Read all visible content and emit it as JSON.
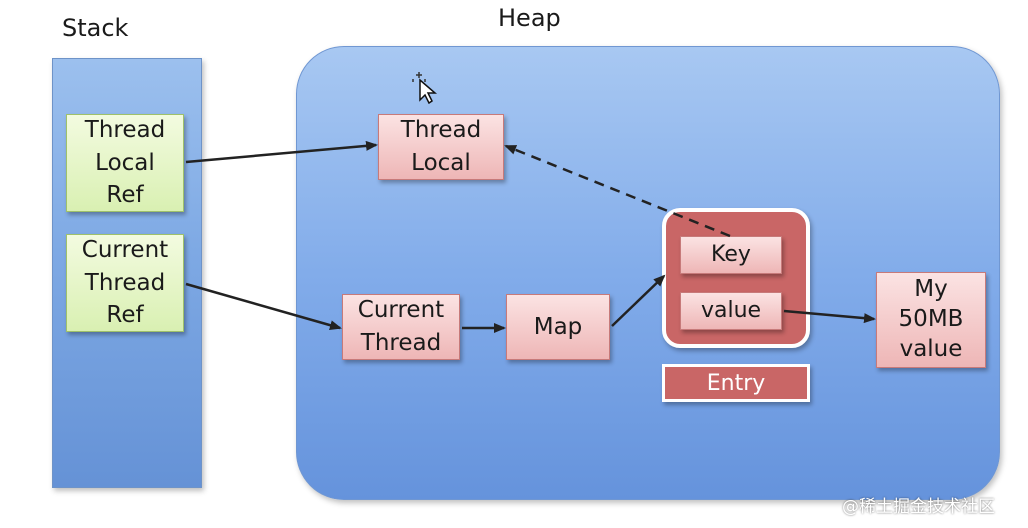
{
  "titles": {
    "stack": "Stack",
    "heap": "Heap"
  },
  "stack": {
    "threadlocal_ref": "Thread\nLocal\nRef",
    "currentthread_ref": "Current\nThread\nRef"
  },
  "heap": {
    "threadlocal": "Thread\nLocal",
    "currentthread": "Current\nThread",
    "map": "Map",
    "entry": {
      "key": "Key",
      "value": "value",
      "label": "Entry"
    },
    "value_object": "My\n50MB\nvalue"
  },
  "watermark": "@稀土掘金技术社区",
  "colors": {
    "stack_fill": "#7ea9e4",
    "heap_fill": "#82acea",
    "green_box": "#d9f0b2",
    "pink_box": "#eeb6b6",
    "entry_fill": "#c96666",
    "arrow": "#222222"
  },
  "icons": {
    "cursor": "move-cursor-icon"
  }
}
